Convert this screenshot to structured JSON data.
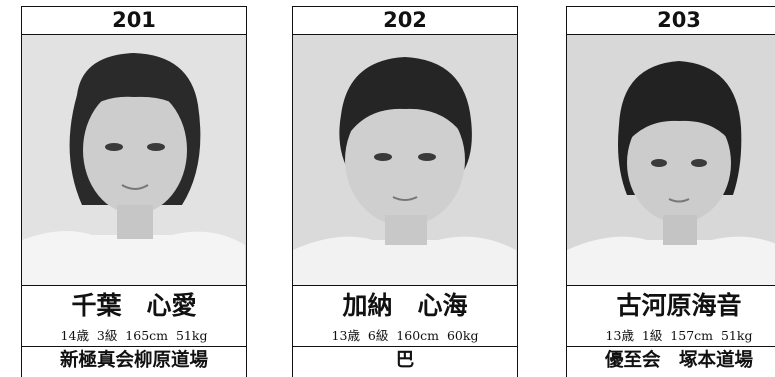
{
  "cards": [
    {
      "number": "201",
      "name": "千葉　心愛",
      "stats": "14歳  3級  165cm  51kg",
      "club": "新極真会柳原道場"
    },
    {
      "number": "202",
      "name": "加納　心海",
      "stats": "13歳  6級  160cm  60kg",
      "club": "巴"
    },
    {
      "number": "203",
      "name": "古河原海音",
      "stats": "13歳  1級  157cm  51kg",
      "club": "優至会　塚本道場"
    }
  ]
}
